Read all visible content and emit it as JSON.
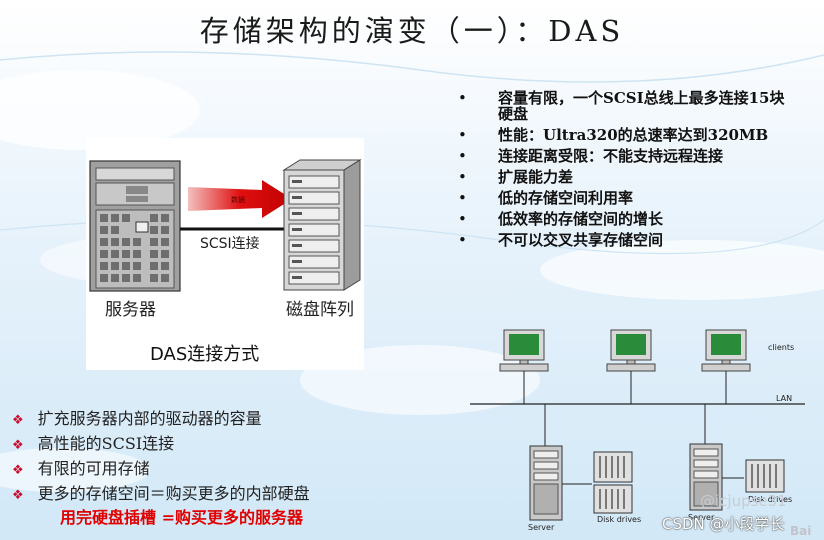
{
  "title": "存储架构的演变（一）：DAS",
  "das_diagram": {
    "server_label": "服务器",
    "disk_label": "磁盘阵列",
    "link_label": "SCSI连接",
    "arrow_text": "数据",
    "caption": "DAS连接方式"
  },
  "drawbacks": [
    "容量有限，一个SCSI总线上最多连接15块硬盘",
    "性能：Ultra320的总速率达到320MB",
    "连接距离受限：不能支持远程连接",
    "扩展能力差",
    "低的存储空间利用率",
    "低效率的存储空间的增长",
    "不可以交叉共享存储空间"
  ],
  "bullet_glyph": "•",
  "features": [
    "扩充服务器内部的驱动器的容量",
    "高性能的SCSI连接",
    "有限的可用存储",
    "更多的存储空间＝购买更多的内部硬盘"
  ],
  "feature_glyph": "❖",
  "highlight": "用完硬盘插槽 =购买更多的服务器",
  "network": {
    "clients_label": "clients",
    "lan_label": "LAN",
    "server_label": "Server",
    "disk_drives_label": "Disk drives",
    "server2_label": "Server",
    "disk_drives2_label": "Disk drives"
  },
  "watermark": {
    "csdn": "CSDN @小段学长",
    "faint": "@icjupse31",
    "bai": "Bai"
  },
  "colors": {
    "accent_red": "#e00000",
    "feature_bullet": "#c8102e",
    "arrow_red": "#e01010",
    "monitor_green": "#2a8c3a"
  }
}
